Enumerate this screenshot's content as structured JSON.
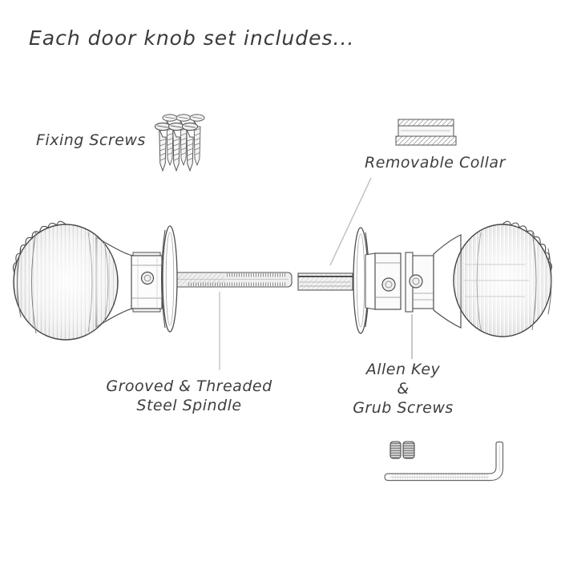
{
  "title": {
    "text": "Each door knob set includes..."
  },
  "labels": {
    "fixing_screws": "Fixing Screws",
    "removable_collar": "Removable Collar",
    "spindle": {
      "line1": "Grooved & Threaded",
      "line2": "Steel Spindle"
    },
    "allen": {
      "line1": "Allen Key",
      "line2": "&",
      "line3": "Grub Screws"
    }
  },
  "colors": {
    "background": "#ffffff",
    "ink": "#3e3e3e",
    "sketch_line": "#4f4f4f",
    "callout_line": "#c4c4c4"
  },
  "illustration_components": [
    {
      "name": "fixing-screws-illustration",
      "depicts": "three wood screws"
    },
    {
      "name": "removable-collar-illustration",
      "depicts": "cylindrical collar"
    },
    {
      "name": "left-door-knob-illustration",
      "depicts": "reeded beehive knob with rose and spindle"
    },
    {
      "name": "spindle-illustration",
      "depicts": "grooved and threaded steel spindle"
    },
    {
      "name": "collar-piece-illustration",
      "depicts": "removable collar on spindle axis"
    },
    {
      "name": "right-door-knob-illustration",
      "depicts": "reeded beehive knob with rose, exploded view"
    },
    {
      "name": "grub-screws-illustration",
      "depicts": "two grub screws"
    },
    {
      "name": "allen-key-illustration",
      "depicts": "L-shaped allen key"
    }
  ]
}
